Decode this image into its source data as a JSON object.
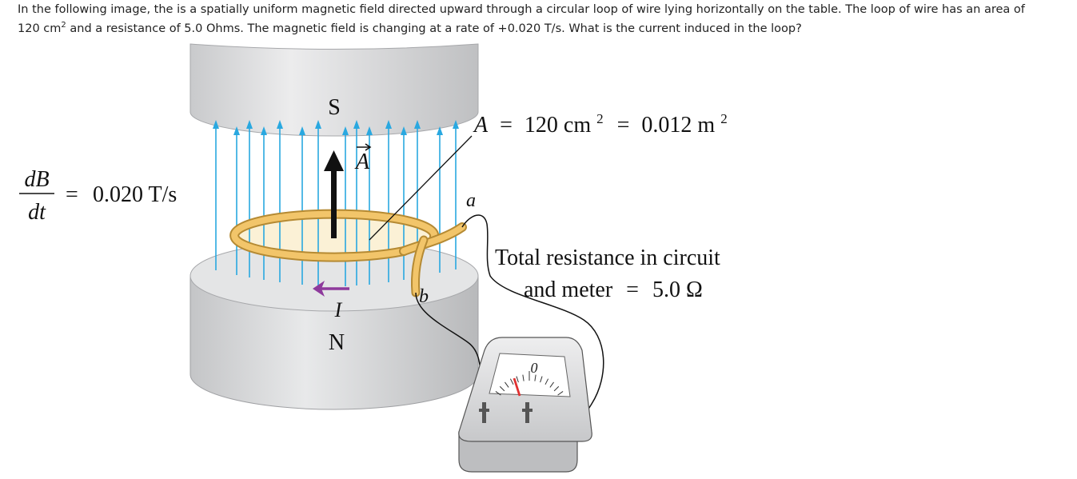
{
  "question": {
    "line1": "In the following image, the is a spatially uniform magnetic field directed upward through a circular loop of wire lying horizontally on the table. The loop of wire has an area of",
    "line2_value": "120 cm",
    "line2_exp": "2",
    "line2_rest": " and a resistance of 5.0 Ohms. The magnetic field is changing at a rate of +0.020 T/s. What is the current induced in the loop?"
  },
  "figure": {
    "pole_top": "S",
    "pole_bottom": "N",
    "area_vector": "A",
    "area_label": {
      "lhs": "A",
      "eq1": "=",
      "value_cm": "120 cm",
      "exp1": "2",
      "eq2": "=",
      "value_m": "0.012 m",
      "exp2": "2"
    },
    "rate_label": {
      "numerator": "dB",
      "denominator": "dt",
      "eq": "=",
      "value": "0.020 T/s"
    },
    "terminal_a": "a",
    "terminal_b": "b",
    "current": "I",
    "resistance_label": {
      "line1": "Total resistance in circuit",
      "line2": "and meter",
      "eq": "=",
      "value": "5.0 Ω"
    },
    "meter_zero": "0",
    "colors": {
      "field_line": "#29a8e0",
      "magnet": "#d9dadc",
      "wire_loop": "#f2c56a",
      "current_arrow": "#8e3a9c",
      "needle": "#e03030",
      "area_arrow": "#111111"
    }
  }
}
